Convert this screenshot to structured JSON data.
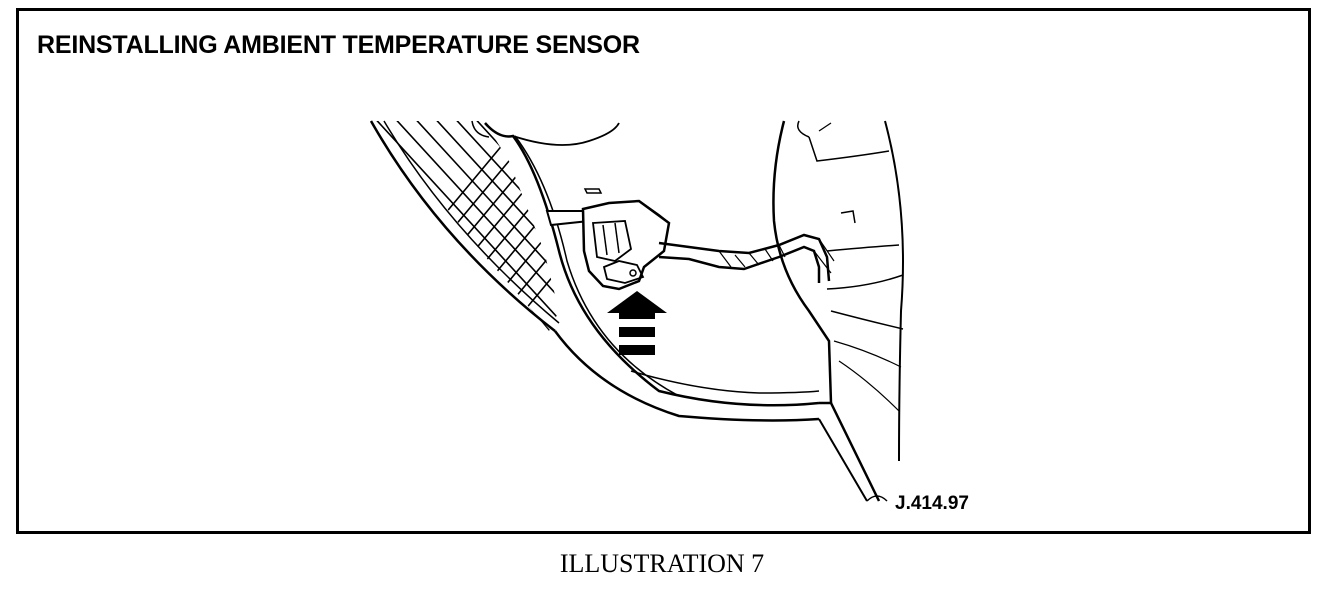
{
  "diagram": {
    "title": "REINSTALLING AMBIENT TEMPERATURE SENSOR",
    "reference_code": "J.414.97",
    "caption": "ILLUSTRATION 7"
  },
  "icons": {
    "direction_arrow": "up-arrow-icon"
  }
}
